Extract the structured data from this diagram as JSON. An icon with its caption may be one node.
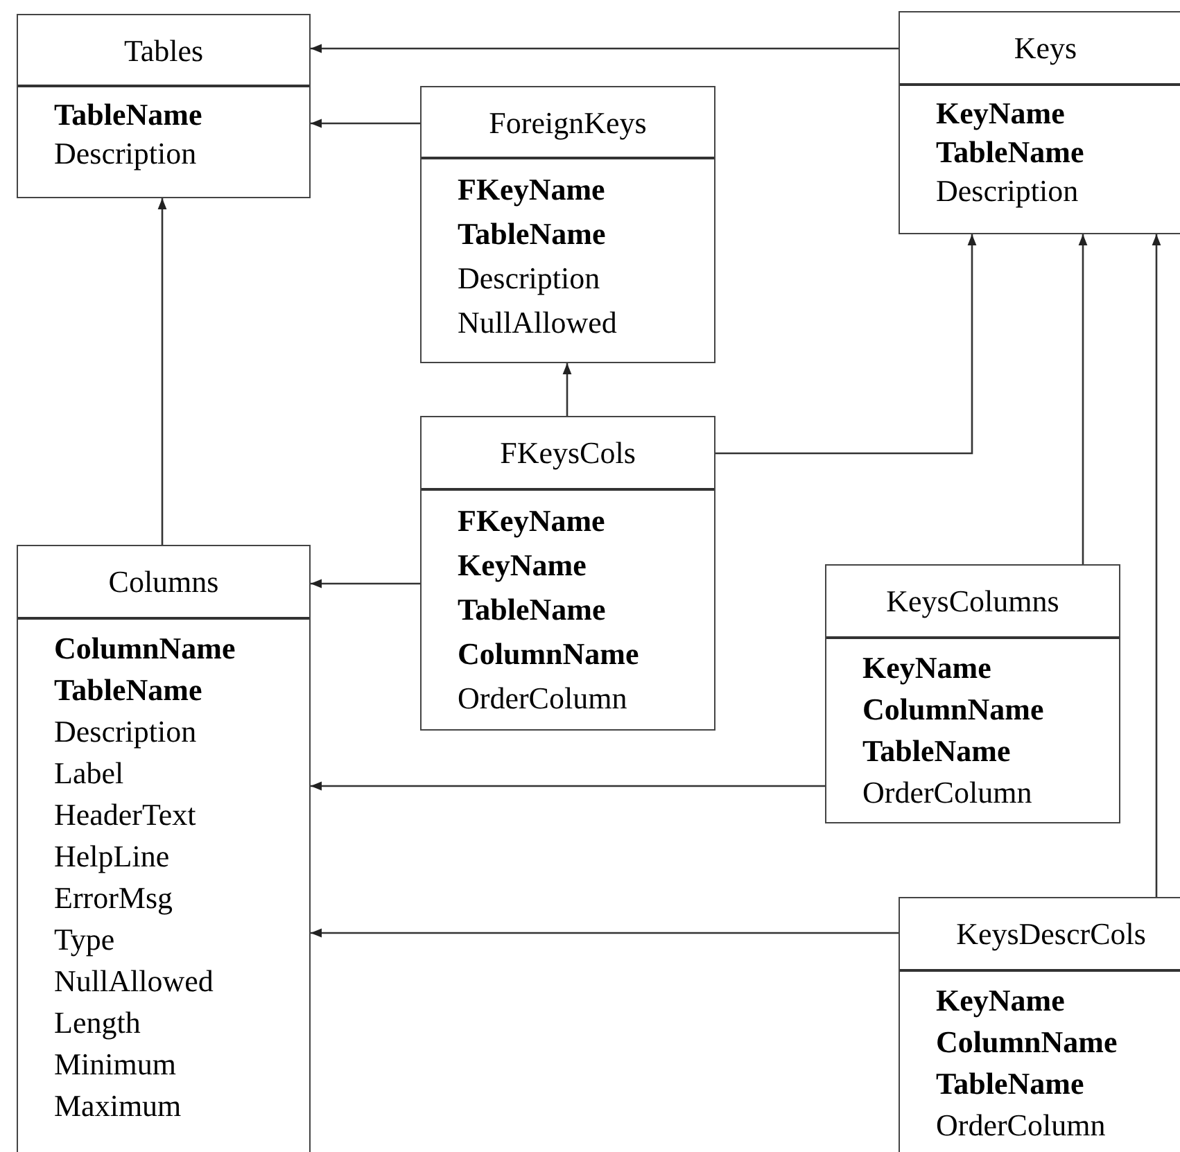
{
  "diagram": {
    "nodes": [
      {
        "text": [
          "Tables",
          "**TableName** Description"
        ]
      },
      {
        "text": [
          "ForeignKeys",
          "**FKeyName TableName** Description NullAllowed"
        ]
      },
      {
        "text": [
          "Keys",
          "**KeyName TableName** Description"
        ]
      },
      {
        "text": [
          "FKeysCols",
          "**FKeyName KeyName TableName ColumnName** OrderColumn"
        ]
      },
      {
        "text": [
          "Columns",
          "**ColumnName TableName** Description Label HeaderText HelpLine ErrorMsg Type NullAllowed Length Minimum Maximum"
        ]
      },
      {
        "text": [
          "KeysColumns",
          "**KeyName ColumnName TableName** OrderColumn"
        ]
      },
      {
        "text": [
          "KeysDescrCols",
          "**KeyName ColumnName TableName** OrderColumn"
        ]
      }
    ],
    "edges": [
      {
        "from": 2,
        "to": 0,
        "arrow": "to"
      },
      {
        "from": 1,
        "to": 0,
        "arrow": "to"
      },
      {
        "from": 3,
        "to": 1,
        "arrow": "to"
      },
      {
        "from": 3,
        "to": 2,
        "arrow": "to"
      },
      {
        "from": 4,
        "to": 0,
        "arrow": "to"
      },
      {
        "from": 3,
        "to": 4,
        "arrow": "to"
      },
      {
        "from": 5,
        "to": 2,
        "arrow": "to"
      },
      {
        "from": 6,
        "to": 2,
        "arrow": "to"
      },
      {
        "from": 5,
        "to": 4,
        "arrow": "to"
      },
      {
        "from": 6,
        "to": 4,
        "arrow": "to"
      }
    ]
  }
}
